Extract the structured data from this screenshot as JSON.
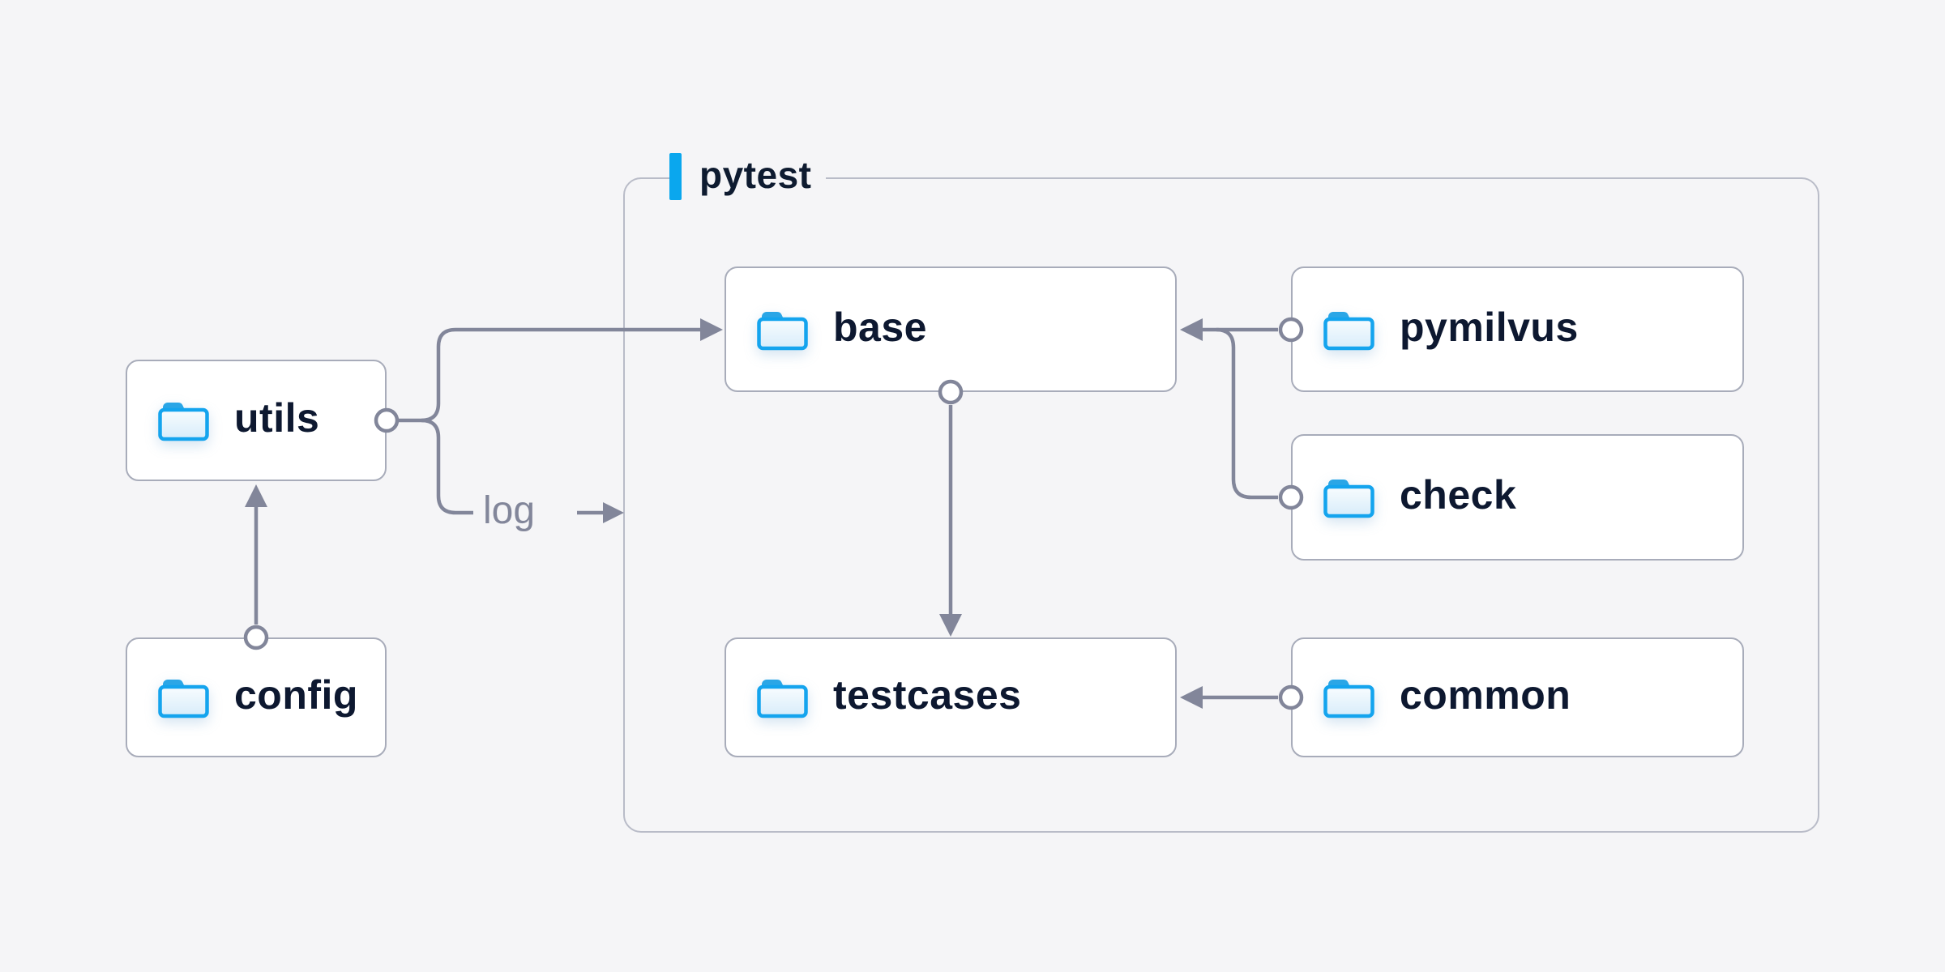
{
  "diagram": {
    "container": {
      "label": "pytest",
      "accent_color": "#0aa7ee",
      "border_color": "#b9bcc8"
    },
    "nodes": [
      {
        "id": "utils",
        "label": "utils"
      },
      {
        "id": "config",
        "label": "config"
      },
      {
        "id": "base",
        "label": "base"
      },
      {
        "id": "pymilvus",
        "label": "pymilvus"
      },
      {
        "id": "check",
        "label": "check"
      },
      {
        "id": "testcases",
        "label": "testcases"
      },
      {
        "id": "common",
        "label": "common"
      }
    ],
    "edges": [
      {
        "from": "utils",
        "to": "base",
        "label": ""
      },
      {
        "from": "utils",
        "to": "pytest",
        "label": "log"
      },
      {
        "from": "config",
        "to": "utils",
        "label": ""
      },
      {
        "from": "base",
        "to": "testcases",
        "label": ""
      },
      {
        "from": "pymilvus",
        "to": "base",
        "label": ""
      },
      {
        "from": "check",
        "to": "base",
        "label": ""
      },
      {
        "from": "common",
        "to": "testcases",
        "label": ""
      }
    ],
    "colors": {
      "background": "#f5f5f7",
      "node_fill": "#ffffff",
      "node_border": "#a8acba",
      "node_text": "#0d1830",
      "line": "#82869a",
      "accent_blue": "#0aa7ee",
      "folder_stroke": "#14a4ee",
      "folder_tab": "#2ba6e6",
      "folder_fill_top": "#f8fcfe",
      "folder_fill_bottom": "#d7ecfa"
    }
  }
}
